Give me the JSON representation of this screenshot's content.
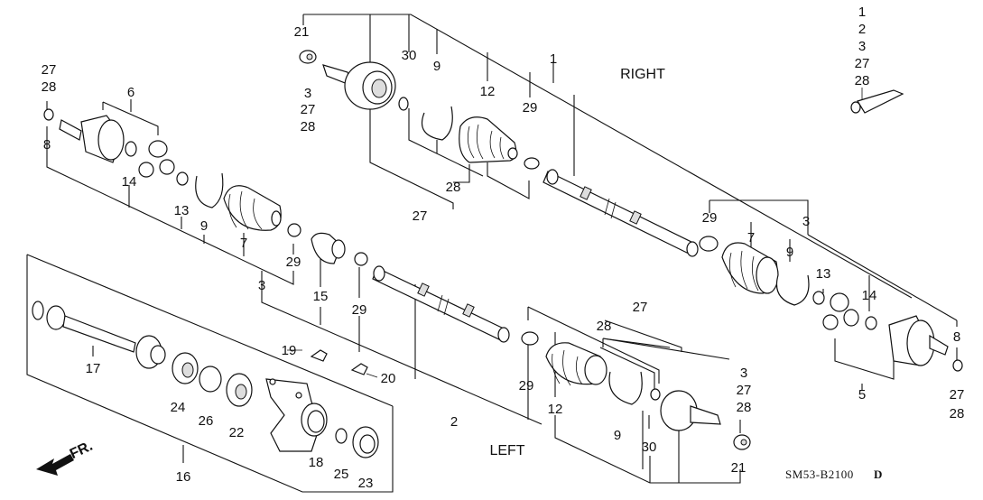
{
  "diagram": {
    "title": "Driveshaft exploded parts diagram",
    "side_labels": {
      "right": "RIGHT",
      "left": "LEFT"
    },
    "direction_label": "FR.",
    "diagram_code": "SM53-B2100",
    "diagram_code_suffix": "D",
    "grease_kit_refs": [
      "1",
      "2",
      "3",
      "27",
      "28"
    ],
    "callouts": {
      "right_outer_nut": "21",
      "right_outer_nut_refs": [
        "3",
        "27",
        "28"
      ],
      "right_30": "30",
      "right_9": "9",
      "right_12": "12",
      "right_29": "29",
      "right_1": "1",
      "right_27": "27",
      "right_28": "28",
      "right_inner_3": "3",
      "right_inner_29": "29",
      "right_inner_7": "7",
      "right_inner_9": "9",
      "right_inner_13": "13",
      "right_inner_14": "14",
      "right_inner_8": "8",
      "right_inner_8_refs": [
        "27",
        "28"
      ],
      "right_inner_5": "5",
      "left_inner_refs": [
        "27",
        "28"
      ],
      "left_inner_8": "8",
      "left_inner_6": "6",
      "left_inner_14": "14",
      "left_inner_13": "13",
      "left_inner_9": "9",
      "left_inner_7": "7",
      "left_inner_29": "29",
      "left_inner_3": "3",
      "left_15": "15",
      "left_29b": "29",
      "left_17": "17",
      "left_16": "16",
      "left_24": "24",
      "left_26": "26",
      "left_22": "22",
      "left_18": "18",
      "left_25": "25",
      "left_23": "23",
      "left_19": "19",
      "left_20": "20",
      "left_2": "2",
      "left_29c": "29",
      "left_12": "12",
      "left_28": "28",
      "left_27": "27",
      "left_9": "9",
      "left_30": "30",
      "left_outer_refs": [
        "3",
        "27",
        "28"
      ],
      "left_outer_21": "21"
    }
  }
}
